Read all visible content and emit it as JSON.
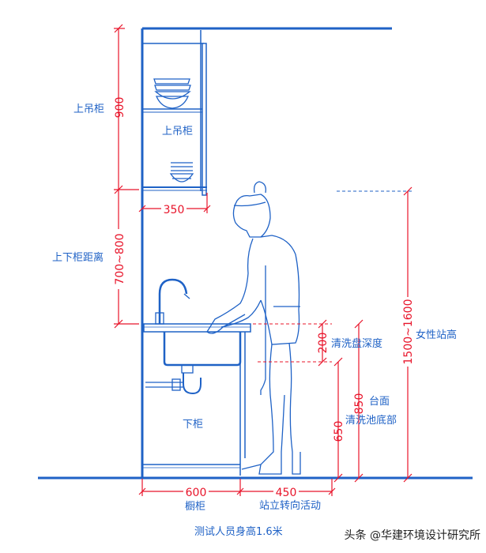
{
  "colors": {
    "structure": "#1f62c6",
    "dimension": "#e8142a",
    "background": "#ffffff"
  },
  "labels": {
    "upper_cabinet_side": "上吊柜",
    "upper_cabinet_inside": "上吊柜",
    "upper_lower_gap": "上下柜距离",
    "lower_cabinet": "下柜",
    "female_stand_height": "女性站高",
    "sink_bowl_depth": "清洗盘深度",
    "countertop": "台面",
    "sink_bottom": "清洗池底部",
    "cabinet": "橱柜",
    "standing_turn_space": "站立转向活动",
    "test_person_height": "测试人员身高1.6米"
  },
  "dimensions": {
    "upper_cabinet_height": "900",
    "upper_cabinet_depth": "350",
    "cabinet_gap": "700~800",
    "sink_depth": "200",
    "countertop_height": "850",
    "sink_bottom_height": "650",
    "stand_height": "1500~1600",
    "cabinet_depth": "600",
    "activity_space": "450"
  },
  "watermark": "头条 @华建环境设计研究所"
}
